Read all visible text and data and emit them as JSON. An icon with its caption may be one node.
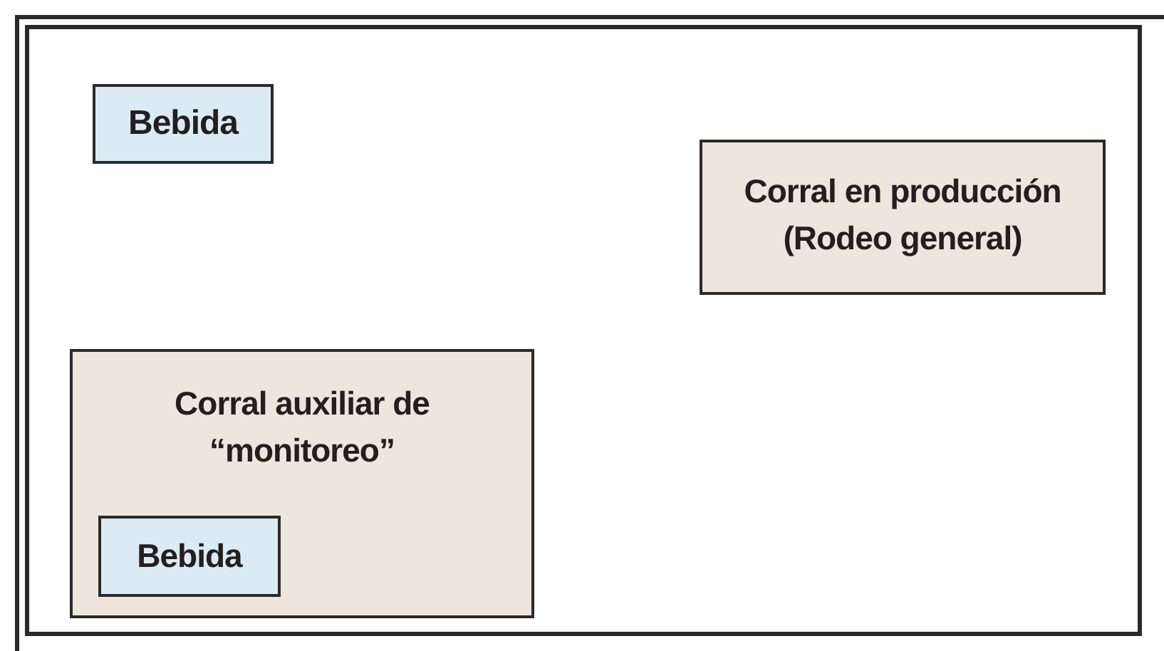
{
  "diagram": {
    "nodes": [
      {
        "text": [
          "Bebida"
        ]
      },
      {
        "text": [
          "Corral en producción (Rodeo general)"
        ]
      },
      {
        "text": [
          "Corral auxiliar de “monitoreo”"
        ]
      },
      {
        "text": [
          "Bebida"
        ],
        "in": 2
      }
    ]
  }
}
